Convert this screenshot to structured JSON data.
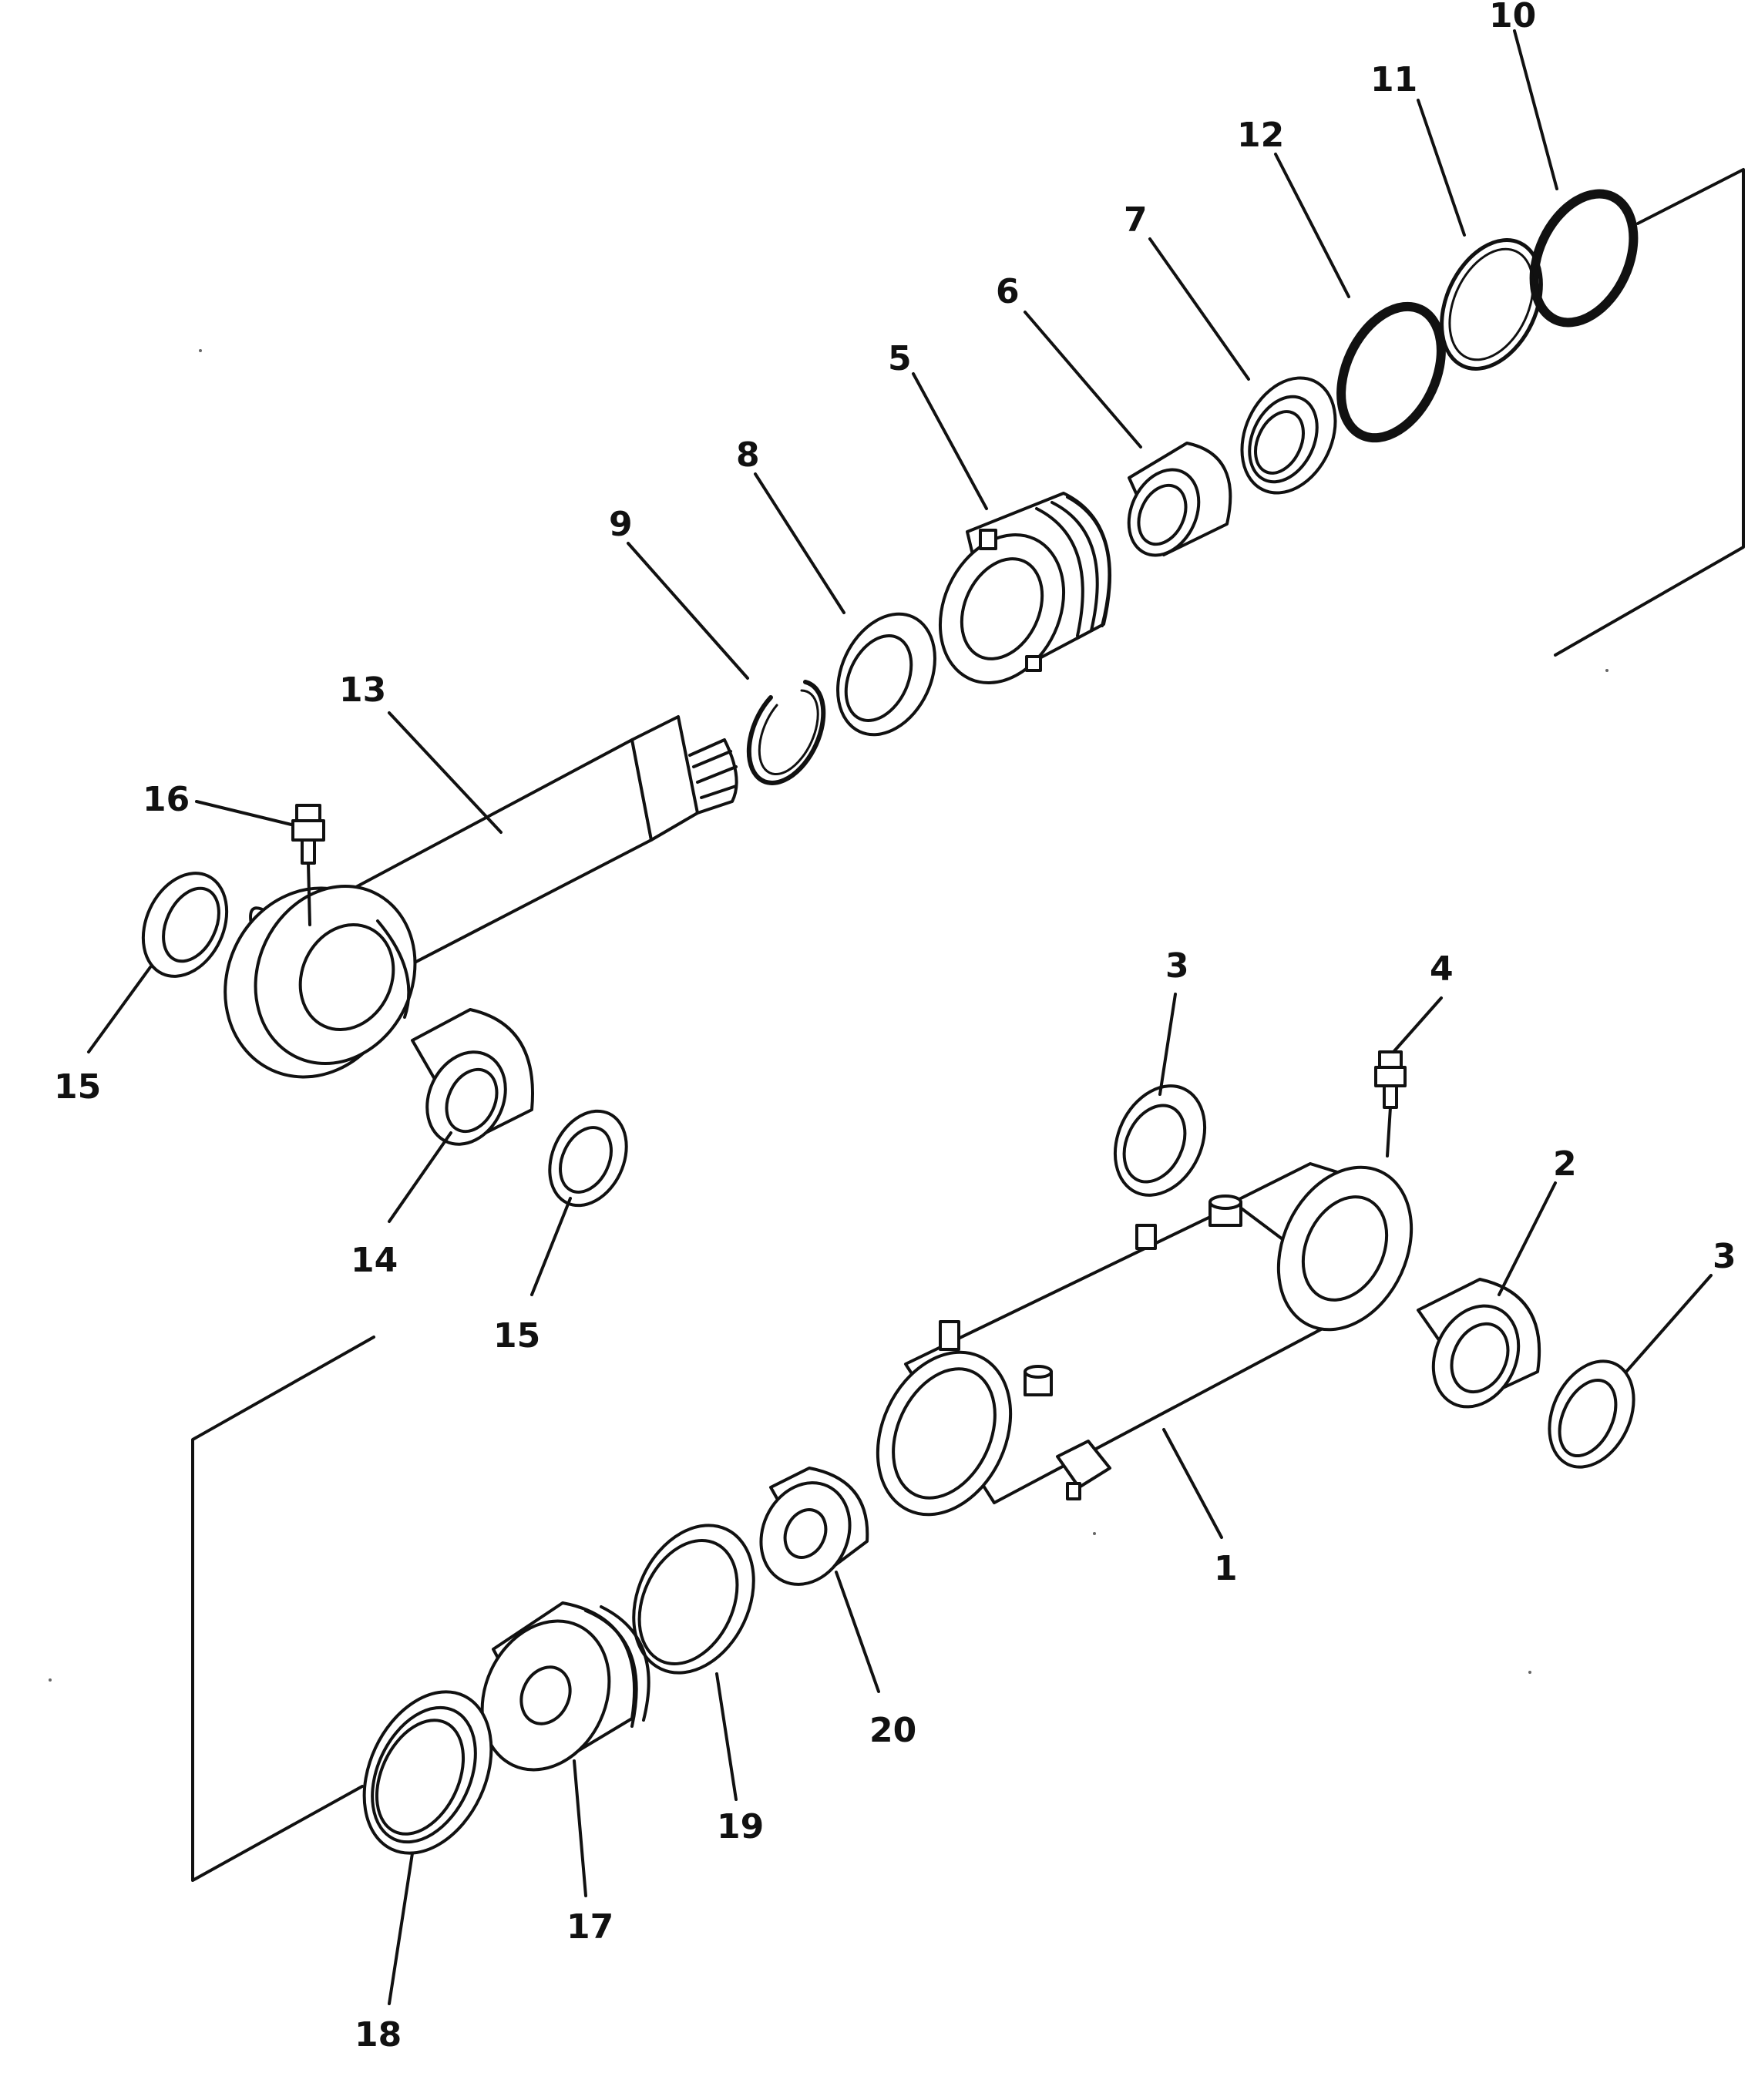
{
  "diagram": {
    "callouts": {
      "p1": "1",
      "p2": "2",
      "p3a": "3",
      "p3b": "3",
      "p4": "4",
      "p5": "5",
      "p6": "6",
      "p7": "7",
      "p8": "8",
      "p9": "9",
      "p10": "10",
      "p11": "11",
      "p12": "12",
      "p13": "13",
      "p14": "14",
      "p15a": "15",
      "p15b": "15",
      "p16": "16",
      "p17": "17",
      "p18": "18",
      "p19": "19",
      "p20": "20"
    }
  }
}
